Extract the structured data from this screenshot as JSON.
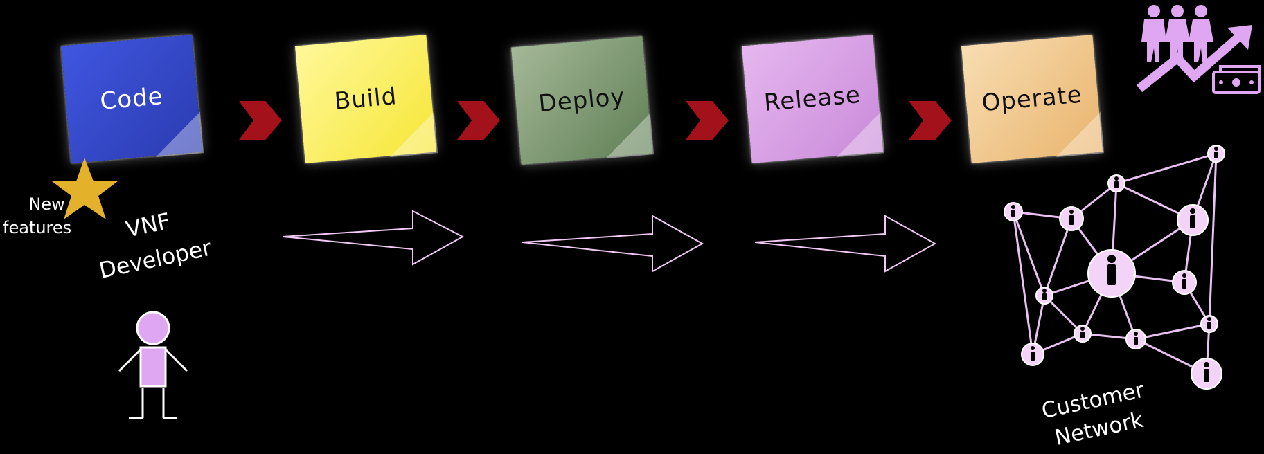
{
  "stages": [
    {
      "label": "Code"
    },
    {
      "label": "Build"
    },
    {
      "label": "Deploy"
    },
    {
      "label": "Release"
    },
    {
      "label": "Operate"
    }
  ],
  "new_features_label": [
    "New",
    "features"
  ],
  "developer_label": [
    "VNF",
    "Developer"
  ],
  "customer_label": [
    "Customer",
    "Network"
  ],
  "colors": {
    "code": "#3a4fd6",
    "build": "#fbf06a",
    "deploy": "#7d9a6e",
    "release": "#d7a0e6",
    "operate": "#f1c98c",
    "chevron": "#a3111a",
    "accent": "#dfa6f2",
    "star": "#e3b12a"
  },
  "icons": [
    "star-icon",
    "developer-person-icon",
    "customer-network-icon",
    "audience-growth-icon"
  ]
}
